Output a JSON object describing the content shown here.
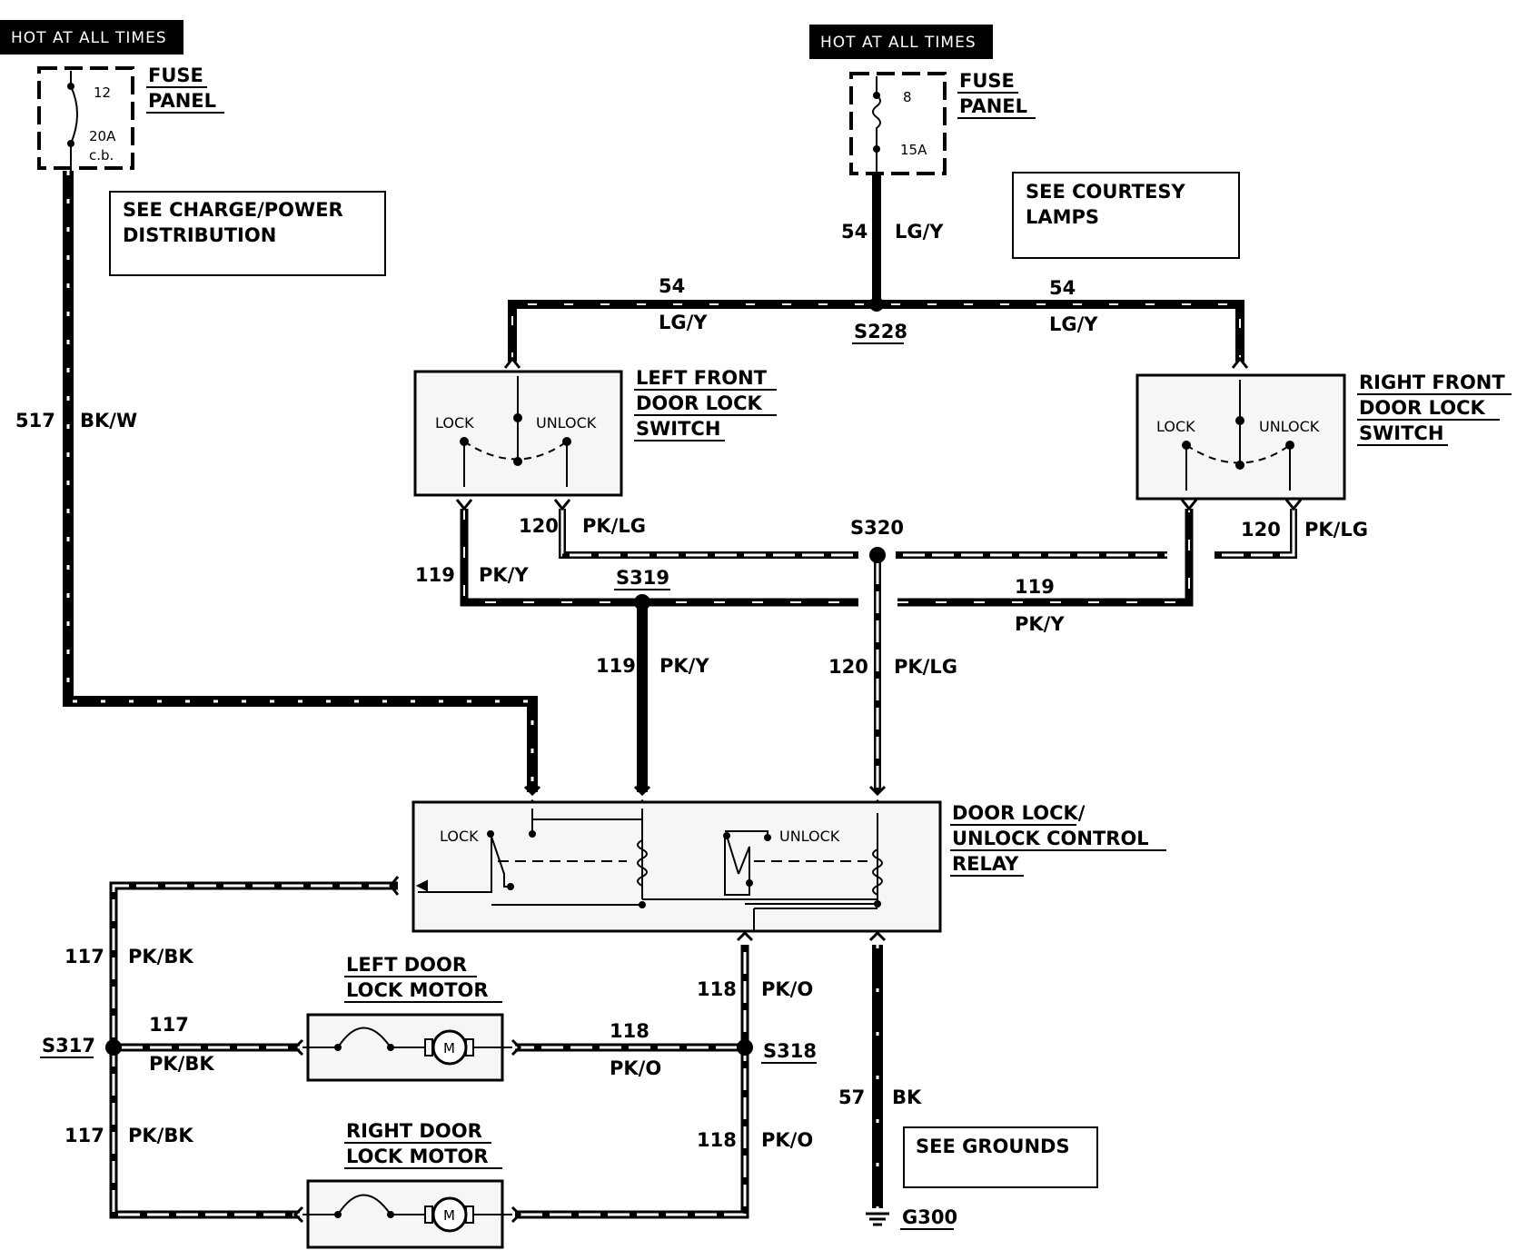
{
  "hot_labels": {
    "left": "HOT AT ALL TIMES",
    "right": "HOT AT ALL TIMES"
  },
  "fuses": {
    "left": {
      "title_1": "FUSE",
      "title_2": "PANEL",
      "number": "12",
      "rating": "20A",
      "type": "c.b."
    },
    "right": {
      "title_1": "FUSE",
      "title_2": "PANEL",
      "number": "8",
      "rating": "15A"
    }
  },
  "notes": {
    "charge_1": "SEE CHARGE/POWER",
    "charge_2": "DISTRIBUTION",
    "courtesy_1": "SEE COURTESY",
    "courtesy_2": "LAMPS",
    "grounds": "SEE GROUNDS"
  },
  "components": {
    "lf_switch": {
      "line_1": "LEFT FRONT",
      "line_2": "DOOR LOCK",
      "line_3": "SWITCH",
      "lock": "LOCK",
      "unlock": "UNLOCK"
    },
    "rf_switch": {
      "line_1": "RIGHT FRONT",
      "line_2": "DOOR LOCK",
      "line_3": "SWITCH",
      "lock": "LOCK",
      "unlock": "UNLOCK"
    },
    "relay": {
      "line_1": "DOOR LOCK/",
      "line_2": "UNLOCK CONTROL",
      "line_3": "RELAY",
      "lock": "LOCK",
      "unlock": "UNLOCK"
    },
    "left_motor": {
      "line_1": "LEFT DOOR",
      "line_2": "LOCK MOTOR",
      "symbol": "M"
    },
    "right_motor": {
      "line_1": "RIGHT DOOR",
      "line_2": "LOCK MOTOR",
      "symbol": "M"
    }
  },
  "splices": {
    "s228": "S228",
    "s320": "S320",
    "s319": "S319",
    "s317": "S317",
    "s318": "S318",
    "g300": "G300"
  },
  "wires": {
    "c517": {
      "circuit": "517",
      "color": "BK/W"
    },
    "c54_v": {
      "circuit": "54",
      "color": "LG/Y"
    },
    "c54_l": {
      "circuit": "54",
      "color": "LG/Y"
    },
    "c54_r": {
      "circuit": "54",
      "color": "LG/Y"
    },
    "c120_l": {
      "circuit": "120",
      "color": "PK/LG"
    },
    "c120_r": {
      "circuit": "120",
      "color": "PK/LG"
    },
    "c119_l": {
      "circuit": "119",
      "color": "PK/Y"
    },
    "c119_r": {
      "circuit": "119",
      "color": "PK/Y"
    },
    "c119_v": {
      "circuit": "119",
      "color": "PK/Y"
    },
    "c120_v": {
      "circuit": "120",
      "color": "PK/LG"
    },
    "c117_t": {
      "circuit": "117",
      "color": "PK/BK"
    },
    "c117_m": {
      "circuit": "117",
      "color": "PK/BK"
    },
    "c117_b": {
      "circuit": "117",
      "color": "PK/BK"
    },
    "c118_t": {
      "circuit": "118",
      "color": "PK/O"
    },
    "c118_m": {
      "circuit": "118",
      "color": "PK/O"
    },
    "c118_b": {
      "circuit": "118",
      "color": "PK/O"
    },
    "c57": {
      "circuit": "57",
      "color": "BK"
    }
  },
  "colors": {
    "ink": "#000000",
    "paper": "#ffffff",
    "box_fill": "#f6f6f6"
  }
}
